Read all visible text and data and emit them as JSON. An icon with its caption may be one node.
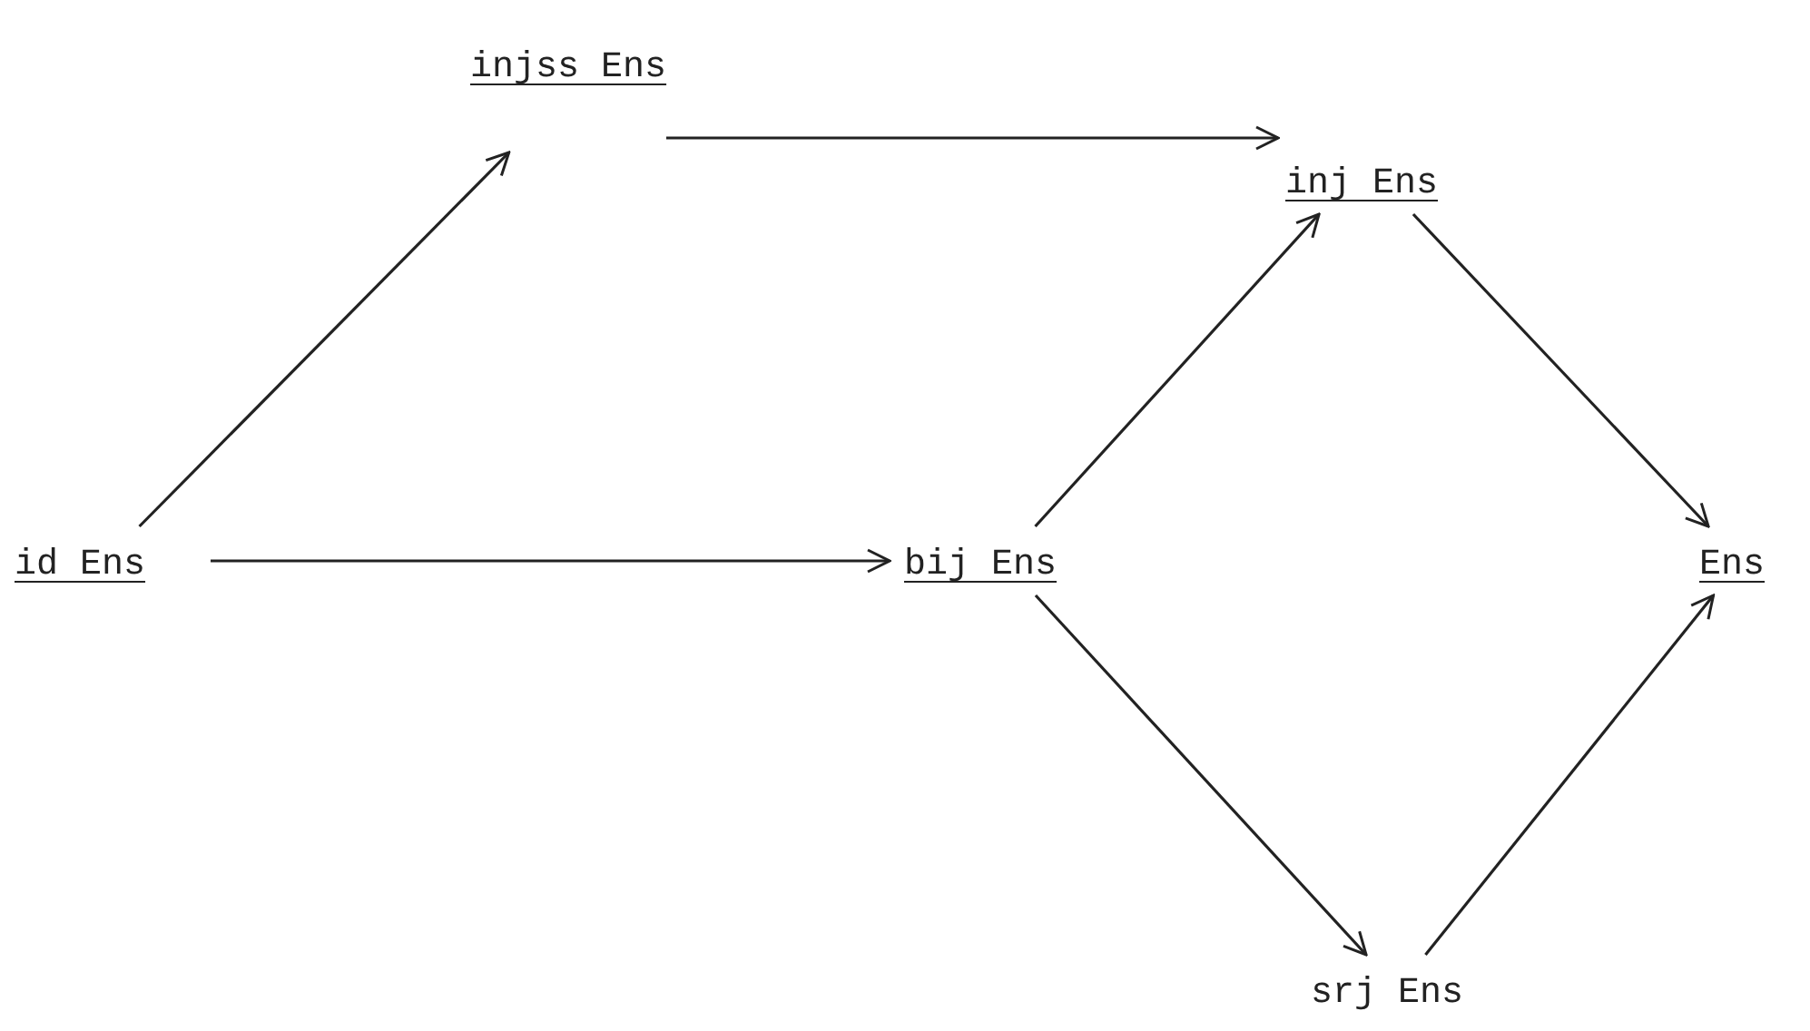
{
  "diagram": {
    "nodes": [
      {
        "text": [
          "injss Ens"
        ]
      },
      {
        "text": [
          "inj Ens"
        ]
      },
      {
        "text": [
          "id Ens"
        ]
      },
      {
        "text": [
          "bij Ens"
        ]
      },
      {
        "text": [
          "Ens"
        ]
      },
      {
        "text": [
          "srj Ens"
        ]
      }
    ],
    "edges": [
      {
        "from": 2,
        "to": 0,
        "arrow": "to"
      },
      {
        "from": 0,
        "to": 1,
        "arrow": "to"
      },
      {
        "from": 2,
        "to": 3,
        "arrow": "to"
      },
      {
        "from": 3,
        "to": 1,
        "arrow": "to"
      },
      {
        "from": 1,
        "to": 4,
        "arrow": "to"
      },
      {
        "from": 3,
        "to": 5,
        "arrow": "to"
      },
      {
        "from": 5,
        "to": 4,
        "arrow": "to"
      }
    ]
  }
}
